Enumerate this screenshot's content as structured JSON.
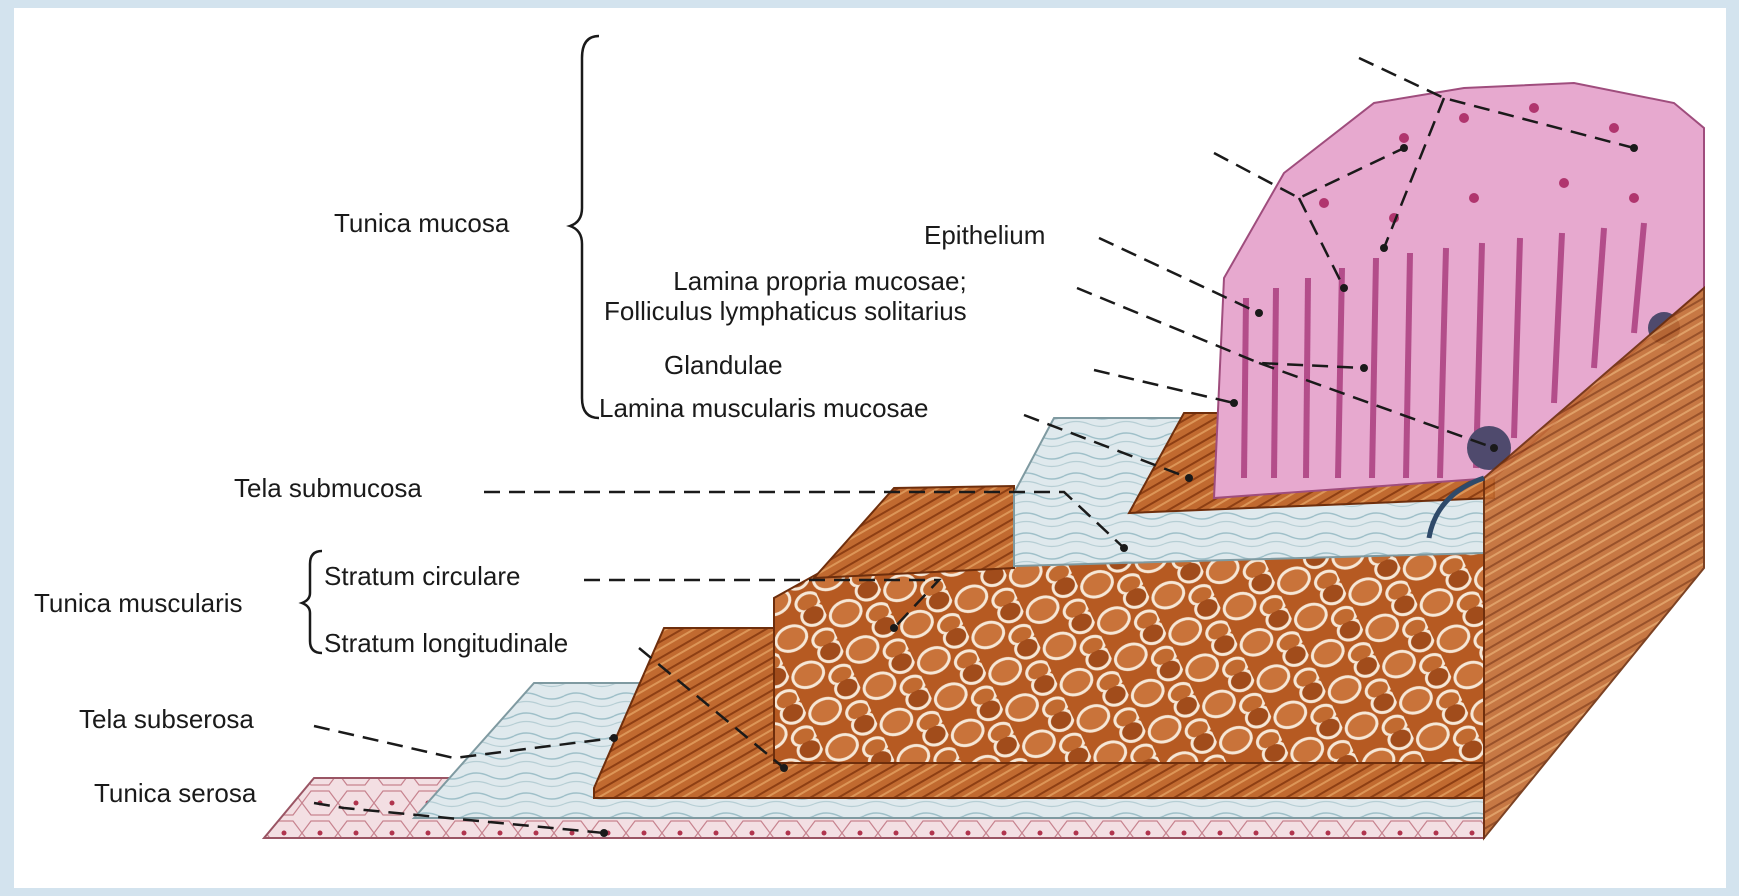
{
  "labels": {
    "tunica_mucosa": "Tunica mucosa",
    "epithelium": "Epithelium",
    "lamina_propria": "Lamina propria mucosae;\nFolliculus lymphaticus solitarius",
    "glandulae": "Glandulae",
    "lamina_muscularis": "Lamina muscularis mucosae",
    "tela_submucosa": "Tela submucosa",
    "tunica_muscularis": "Tunica muscularis",
    "stratum_circulare": "Stratum circulare",
    "stratum_longitudinale": "Stratum longitudinale",
    "tela_subserosa": "Tela subserosa",
    "tunica_serosa": "Tunica serosa"
  },
  "colors": {
    "mucosa": "#e7a9cf",
    "mucosa_dark": "#c96aa4",
    "submucosa": "#dde8ec",
    "muscle": "#b65a22",
    "muscle_light": "#d98a4a",
    "serosa": "#f2dde2",
    "leader": "#1a1a1a"
  }
}
